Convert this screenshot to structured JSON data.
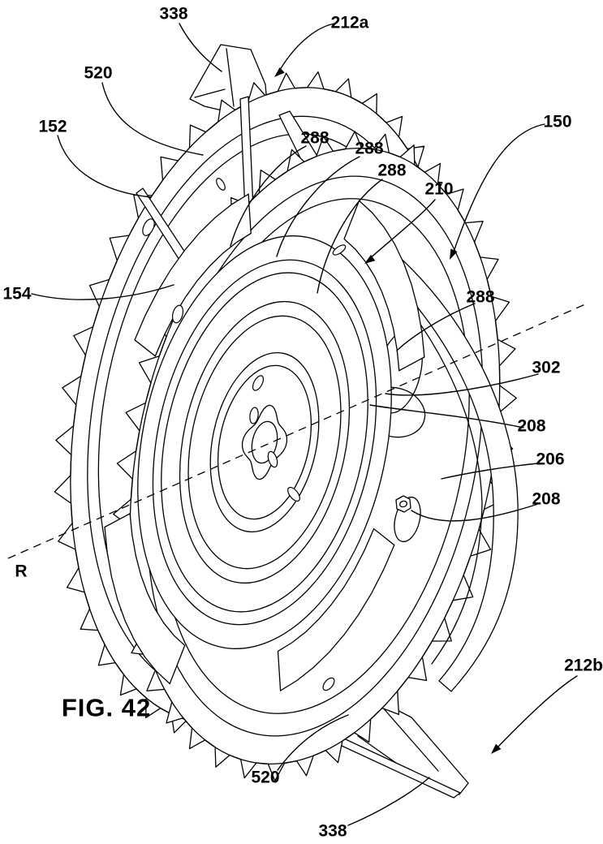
{
  "figure": {
    "caption": "FIG. 42"
  },
  "axis": {
    "label": "R"
  },
  "refs": {
    "r338_top": "338",
    "r212a": "212a",
    "r520_top": "520",
    "r152": "152",
    "r288_a": "288",
    "r288_b": "288",
    "r288_c": "288",
    "r210": "210",
    "r150": "150",
    "r154": "154",
    "r288_d": "288",
    "r302": "302",
    "r208_a": "208",
    "r206": "206",
    "r208_b": "208",
    "r212b": "212b",
    "r520_bot": "520",
    "r338_bot": "338"
  }
}
